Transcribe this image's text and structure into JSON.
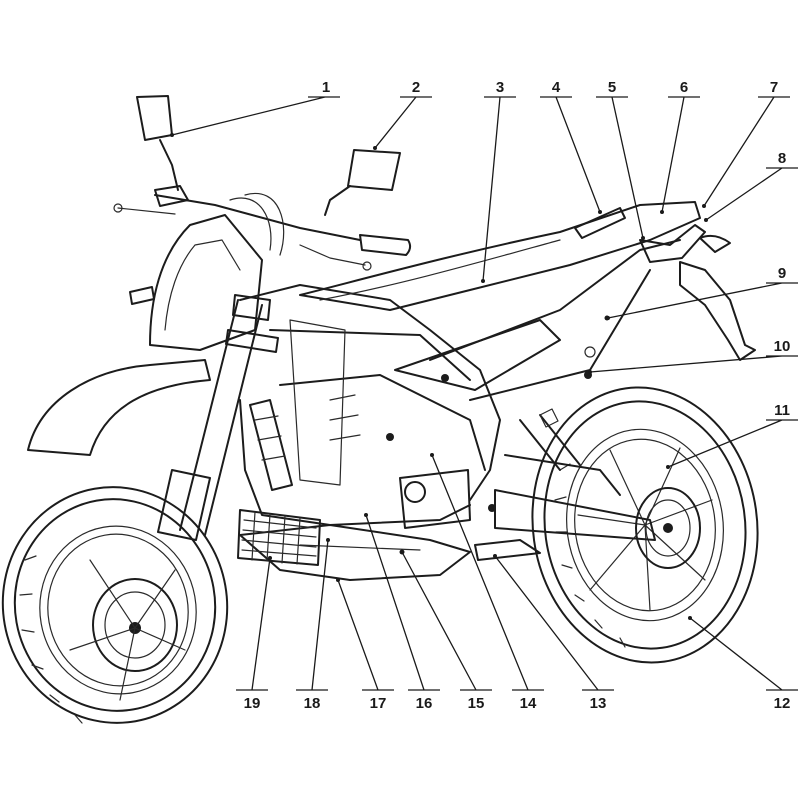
{
  "diagram": {
    "callouts": [
      {
        "num": "1"
      },
      {
        "num": "2"
      },
      {
        "num": "3"
      },
      {
        "num": "4"
      },
      {
        "num": "5"
      },
      {
        "num": "6"
      },
      {
        "num": "7"
      },
      {
        "num": "8"
      },
      {
        "num": "9"
      },
      {
        "num": "10"
      },
      {
        "num": "11"
      },
      {
        "num": "12"
      },
      {
        "num": "13"
      },
      {
        "num": "14"
      },
      {
        "num": "15"
      },
      {
        "num": "16"
      },
      {
        "num": "17"
      },
      {
        "num": "18"
      },
      {
        "num": "19"
      }
    ]
  }
}
